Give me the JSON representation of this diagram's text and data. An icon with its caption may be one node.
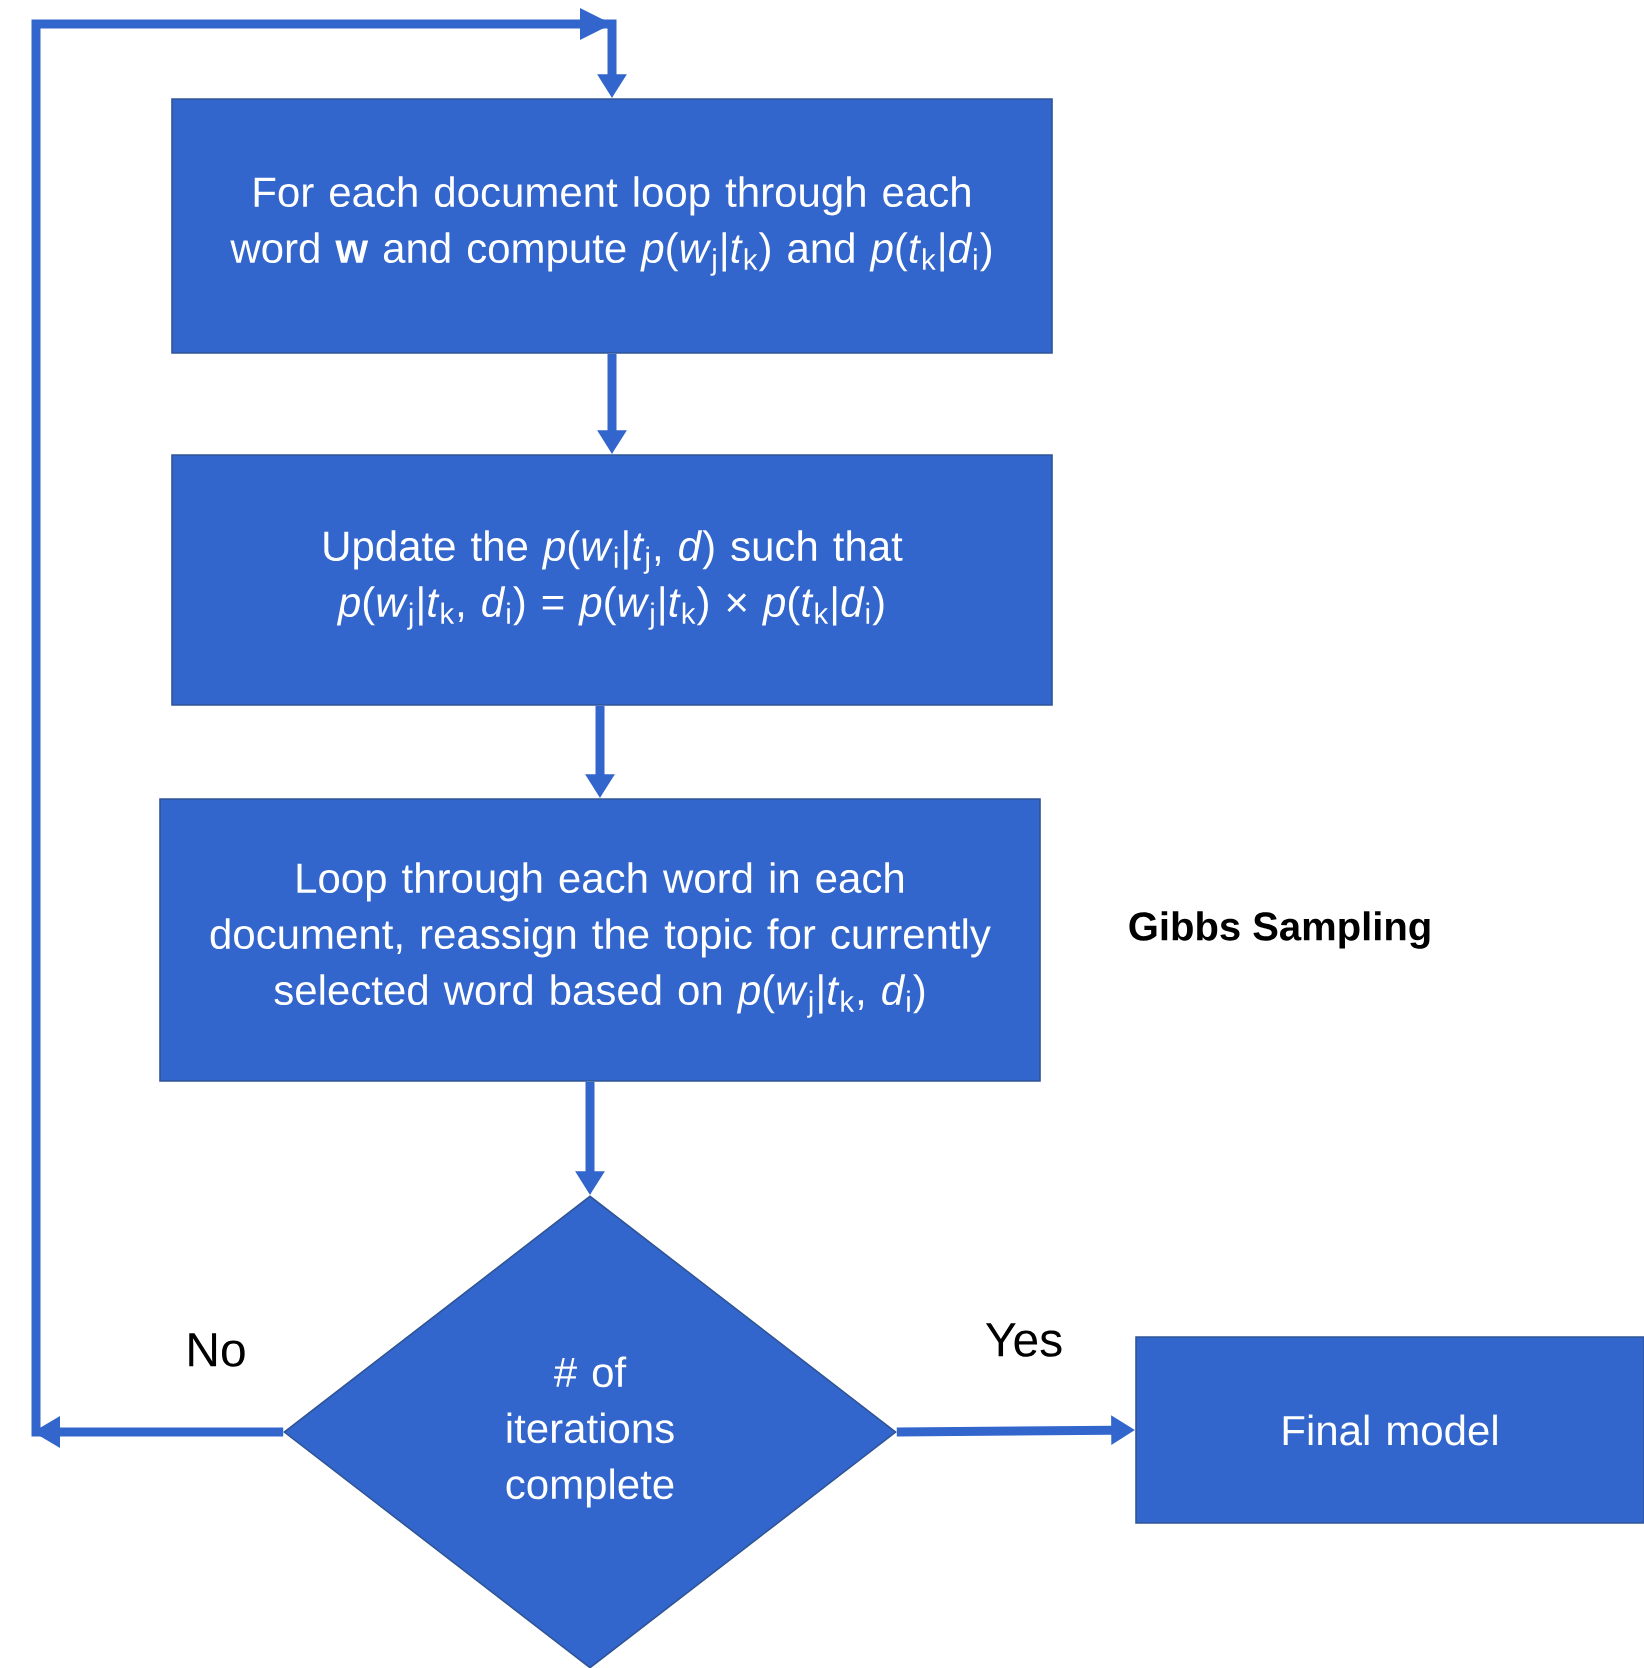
{
  "diagram": {
    "nodes": [
      {
        "text": [
          "For each document loop through each word **w** and compute *p*(*w*$_{j}$|*t*$_{k}$) and *p*(*t*$_{k}$|*d*$_{i}$)"
        ]
      },
      {
        "text": [
          "Update the *p*(*w*$_{i}$|*t*$_{j}$, *d*) such that *p*(*w*$_{j}$|*t*$_{k}$, *d*$_{i}$) = *p*(*w*$_{j}$|*t*$_{k}$) × *p*(*t*$_{k}$|*d*$_{i}$)"
        ]
      },
      {
        "text": [
          "Loop through each word in each document, reassign the topic for currently selected word based on *p*(*w*$_{j}$|*t*$_{k}$, *d*$_{i}$)"
        ]
      },
      {
        "text": [
          "# of iterations complete"
        ]
      },
      {
        "text": [
          "Final model"
        ]
      }
    ],
    "edges": [
      {
        "from": 0,
        "to": 1,
        "arrow": "to"
      },
      {
        "from": 1,
        "to": 2,
        "arrow": "to"
      },
      {
        "from": 2,
        "to": 3,
        "arrow": "to"
      },
      {
        "from": 3,
        "to": 0,
        "arrow": "to",
        "label": "No"
      },
      {
        "from": 3,
        "to": 4,
        "arrow": "to",
        "label": "Yes"
      }
    ],
    "labels": [
      "Gibbs Sampling"
    ]
  }
}
